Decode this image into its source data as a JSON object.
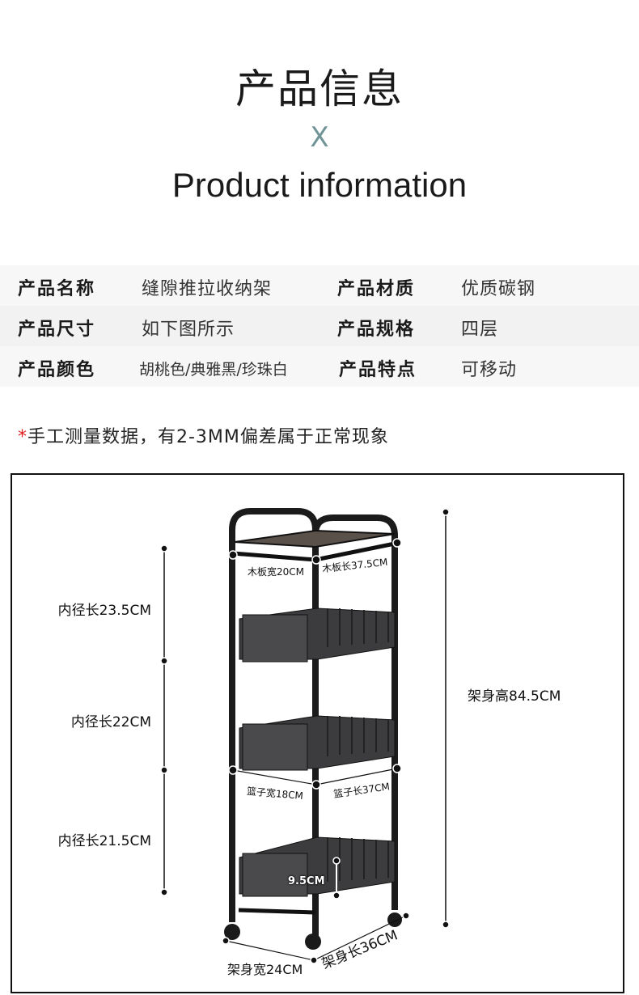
{
  "header": {
    "title_cn": "产品信息",
    "separator": "X",
    "title_en": "Product information"
  },
  "specs": [
    {
      "label1": "产品名称",
      "value1": "缝隙推拉收纳架",
      "label2": "产品材质",
      "value2": "优质碳钢"
    },
    {
      "label1": "产品尺寸",
      "value1": "如下图所示",
      "label2": "产品规格",
      "value2": "四层"
    },
    {
      "label1": "产品颜色",
      "value1": "胡桃色/典雅黑/珍珠白",
      "label2": "产品特点",
      "value2": "可移动"
    }
  ],
  "note": {
    "star": "*",
    "text": "手工测量数据，有2-3MM偏差属于正常现象"
  },
  "diagram": {
    "inner_lengths": [
      "内径长23.5CM",
      "内径长22CM",
      "内径长21.5CM"
    ],
    "height": "架身高84.5CM",
    "board_width": "木板宽20CM",
    "board_length": "木板长37.5CM",
    "basket_width": "篮子宽18CM",
    "basket_length": "篮子长37CM",
    "basket_depth": "9.5CM",
    "frame_width": "架身宽24CM",
    "frame_length": "架身长36CM"
  },
  "colors": {
    "accent": "#6f9396",
    "star": "#e02020",
    "row_bg": "#f7f7f7",
    "row_bg_alt": "#f2f2f2"
  }
}
